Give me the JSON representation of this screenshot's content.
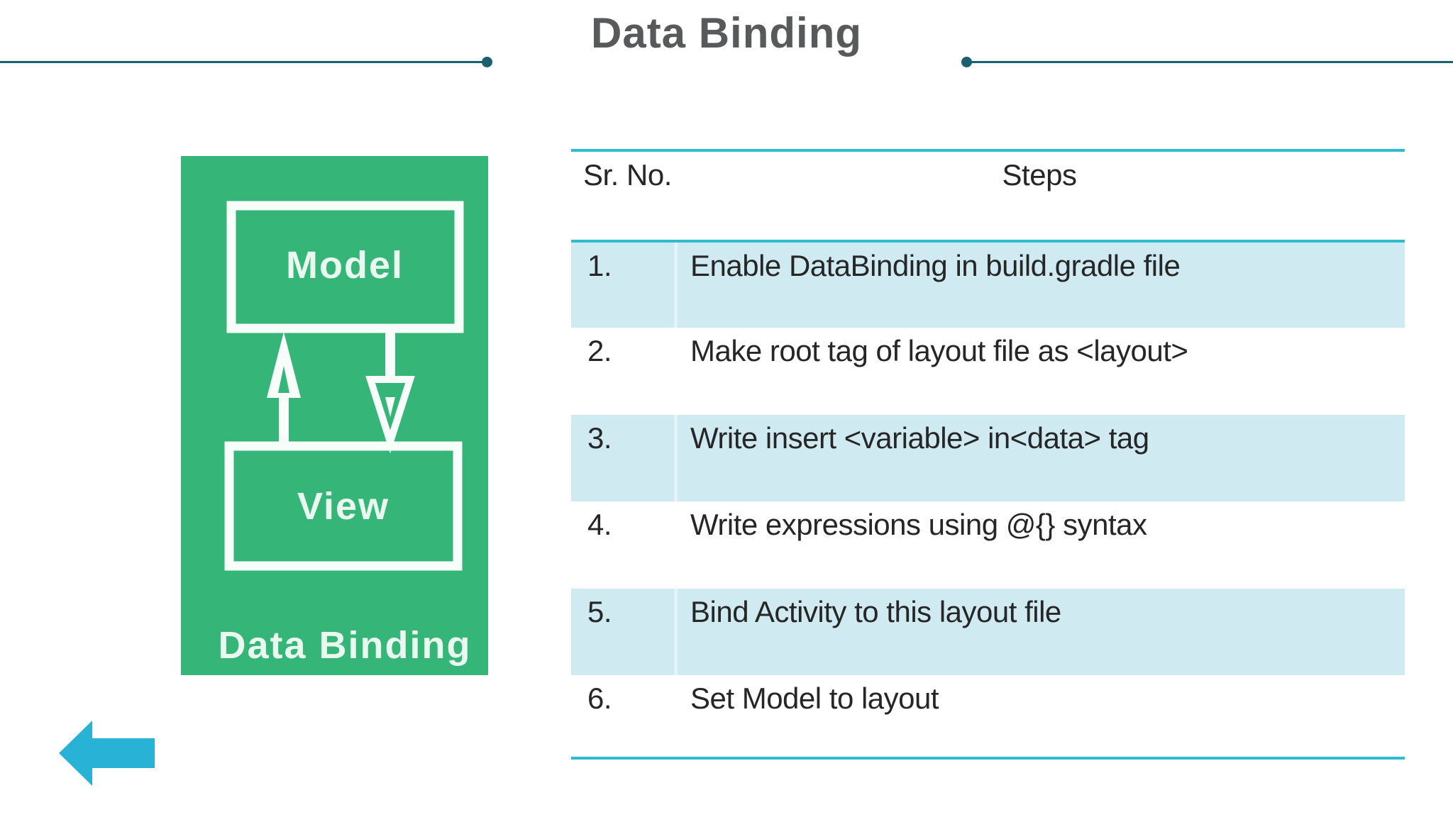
{
  "slide": {
    "title": "Data Binding"
  },
  "colors": {
    "title_text": "#58595b",
    "title_divider_teal": "#1b6070",
    "table_border_cyan": "#2fbcd1",
    "row_blue": "#cfeaf1",
    "row_divider": "#e2f4f7",
    "body_text": "#262626",
    "diagram_green": "#35b578",
    "diagram_text": "#e9f9ef",
    "back_arrow_cyan": "#28b3d6"
  },
  "diagram": {
    "model_label": "Model",
    "view_label": "View",
    "caption": "Data Binding"
  },
  "table": {
    "columns": [
      "Sr. No.",
      "Steps"
    ],
    "rows": [
      {
        "no": "1.",
        "step": "Enable DataBinding in build.gradle file"
      },
      {
        "no": "2.",
        "step": "Make root tag of layout file as <layout>"
      },
      {
        "no": "3.",
        "step": "Write insert <variable> in<data> tag"
      },
      {
        "no": "4.",
        "step": "Write expressions using @{} syntax"
      },
      {
        "no": "5.",
        "step": "Bind Activity to this layout file"
      },
      {
        "no": "6.",
        "step": "Set Model to layout"
      }
    ]
  }
}
